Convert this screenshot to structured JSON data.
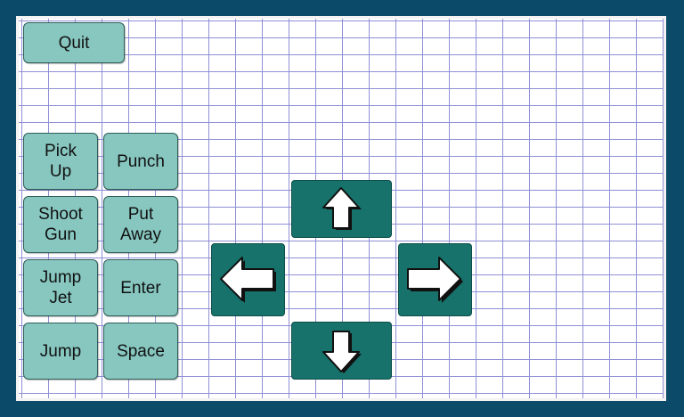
{
  "buttons": {
    "quit": "Quit",
    "pick_up": "Pick\nUp",
    "punch": "Punch",
    "shoot_gun": "Shoot\nGun",
    "put_away": "Put\nAway",
    "jump_jet": "Jump\nJet",
    "enter": "Enter",
    "jump": "Jump",
    "space": "Space"
  },
  "dpad": {
    "up": "arrow-up-icon",
    "left": "arrow-left-icon",
    "right": "arrow-right-icon",
    "down": "arrow-down-icon"
  },
  "colors": {
    "frame": "#0c4a6a",
    "action_button": "#87c7c0",
    "dpad_button": "#17726c",
    "grid_line": "#8f8fd6"
  }
}
